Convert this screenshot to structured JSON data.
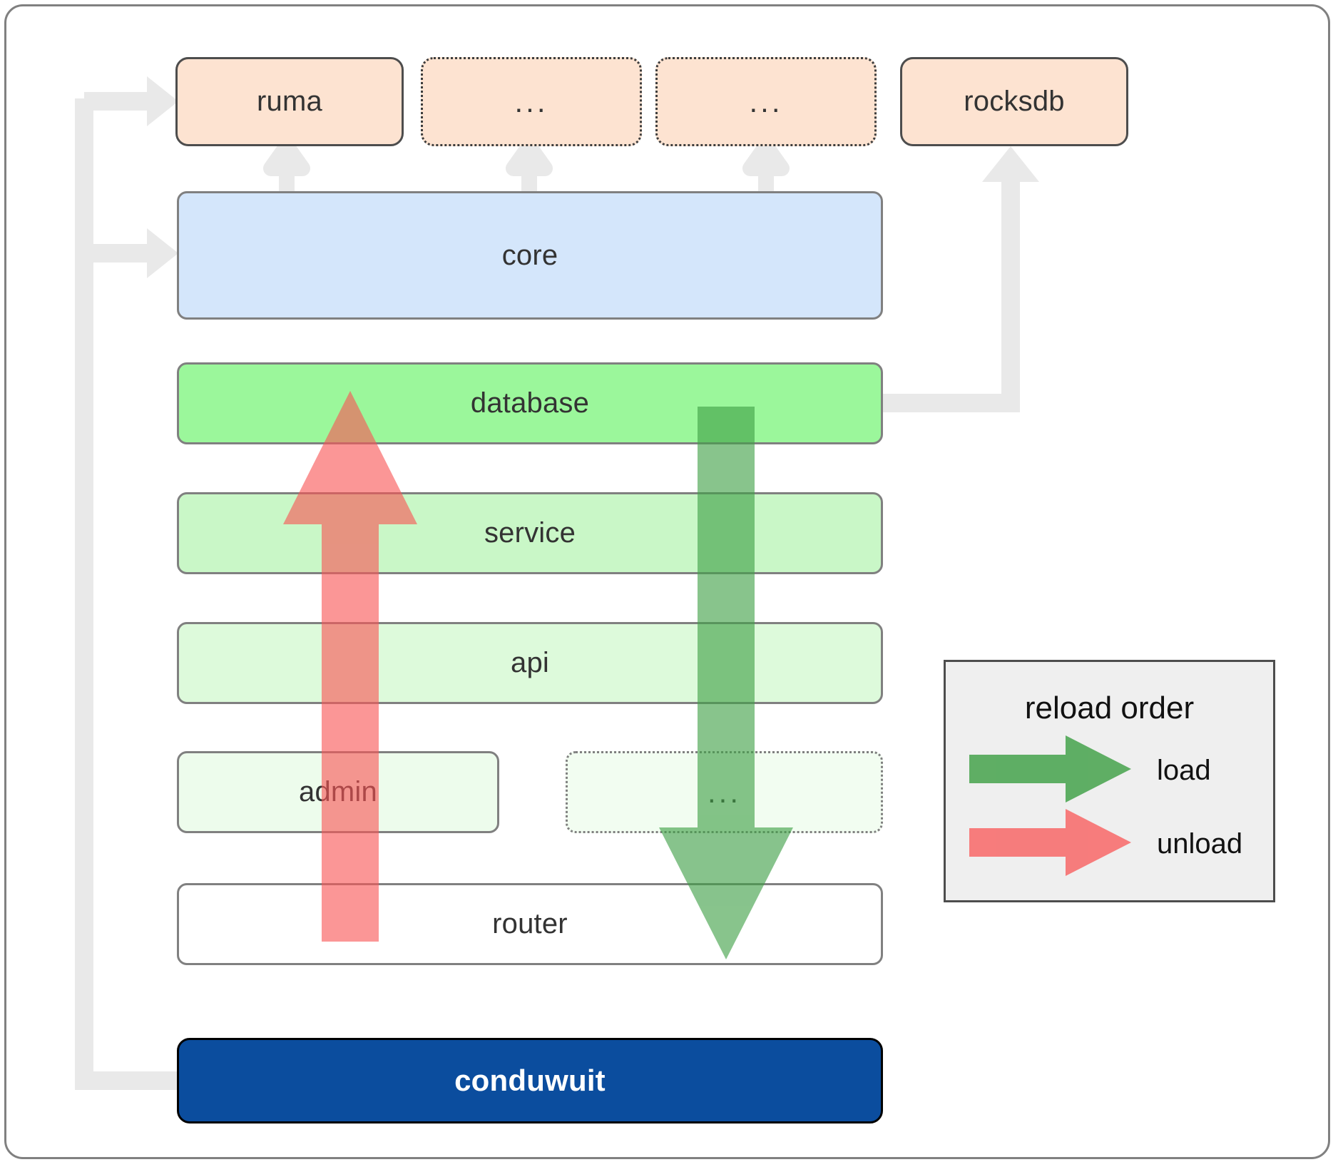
{
  "diagram": {
    "title": "conduwuit module reload architecture",
    "dependencies": [
      {
        "id": "ruma",
        "label": "ruma",
        "style": "solid",
        "color": "#fde3d1"
      },
      {
        "id": "dep2",
        "label": "...",
        "style": "dotted",
        "color": "#fde3d1"
      },
      {
        "id": "dep3",
        "label": "...",
        "style": "dotted",
        "color": "#fde3d1"
      },
      {
        "id": "rocksdb",
        "label": "rocksdb",
        "style": "solid",
        "color": "#fde3d1"
      }
    ],
    "layers": [
      {
        "id": "core",
        "label": "core",
        "style": "solid",
        "color": "#d4e6fb"
      },
      {
        "id": "database",
        "label": "database",
        "style": "solid",
        "color": "#9bf79b"
      },
      {
        "id": "service",
        "label": "service",
        "style": "solid",
        "color": "#c9f7c7"
      },
      {
        "id": "api",
        "label": "api",
        "style": "solid",
        "color": "#ddfadb"
      },
      {
        "id": "admin",
        "label": "admin",
        "style": "solid",
        "color": "#edfcec"
      },
      {
        "id": "more",
        "label": "...",
        "style": "dotted",
        "color": "#f2fdf1"
      },
      {
        "id": "router",
        "label": "router",
        "style": "solid",
        "color": "#ffffff"
      }
    ],
    "root": {
      "id": "conduwuit",
      "label": "conduwuit",
      "color": "#0b4d9e",
      "text_color": "#ffffff"
    },
    "legend": {
      "title": "reload order",
      "items": [
        {
          "id": "load",
          "label": "load",
          "color": "#58a95c"
        },
        {
          "id": "unload",
          "label": "unload",
          "color": "#f98383"
        }
      ]
    },
    "flow": {
      "load_direction": "downward",
      "load_color": "#58a95c",
      "unload_direction": "upward",
      "unload_color": "#f98383",
      "connector_color": "#e9e9e9"
    }
  }
}
